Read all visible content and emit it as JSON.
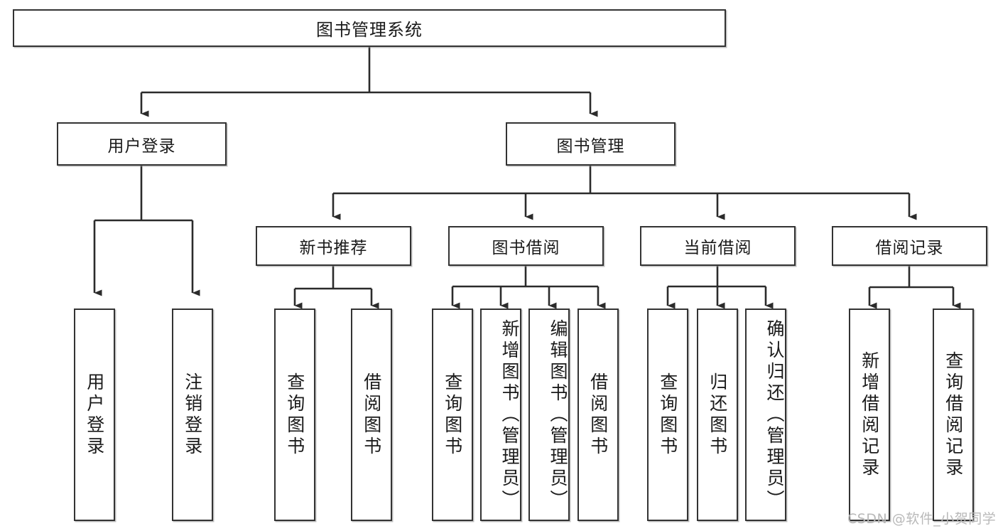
{
  "diagram": {
    "title": "图书管理系统",
    "theme": {
      "box_border": "#333333",
      "box_fill": "#ffffff",
      "line": "#2b2b2b",
      "background": "#ffffff",
      "watermark_color": "#b9b9b9"
    },
    "root": {
      "label": "图书管理系统"
    },
    "level2": [
      {
        "label": "用户登录"
      },
      {
        "label": "图书管理"
      }
    ],
    "level3": [
      {
        "label": "新书推荐"
      },
      {
        "label": "图书借阅"
      },
      {
        "label": "当前借阅"
      },
      {
        "label": "借阅记录"
      }
    ],
    "leaves": [
      {
        "label": "用户登录",
        "parent": "用户登录"
      },
      {
        "label": "注销登录",
        "parent": "用户登录"
      },
      {
        "label": "查询图书",
        "parent": "新书推荐"
      },
      {
        "label": "借阅图书",
        "parent": "新书推荐"
      },
      {
        "label": "查询图书",
        "parent": "图书借阅"
      },
      {
        "label": "新增图书（管理员）",
        "parent": "图书借阅"
      },
      {
        "label": "编辑图书（管理员）",
        "parent": "图书借阅"
      },
      {
        "label": "借阅图书",
        "parent": "图书借阅"
      },
      {
        "label": "查询图书",
        "parent": "当前借阅"
      },
      {
        "label": "归还图书",
        "parent": "当前借阅"
      },
      {
        "label": "确认归还（管理员）",
        "parent": "当前借阅"
      },
      {
        "label": "新增借阅记录",
        "parent": "借阅记录"
      },
      {
        "label": "查询借阅记录",
        "parent": "借阅记录"
      }
    ],
    "watermark": "CSDN @软件_小贺同学"
  }
}
